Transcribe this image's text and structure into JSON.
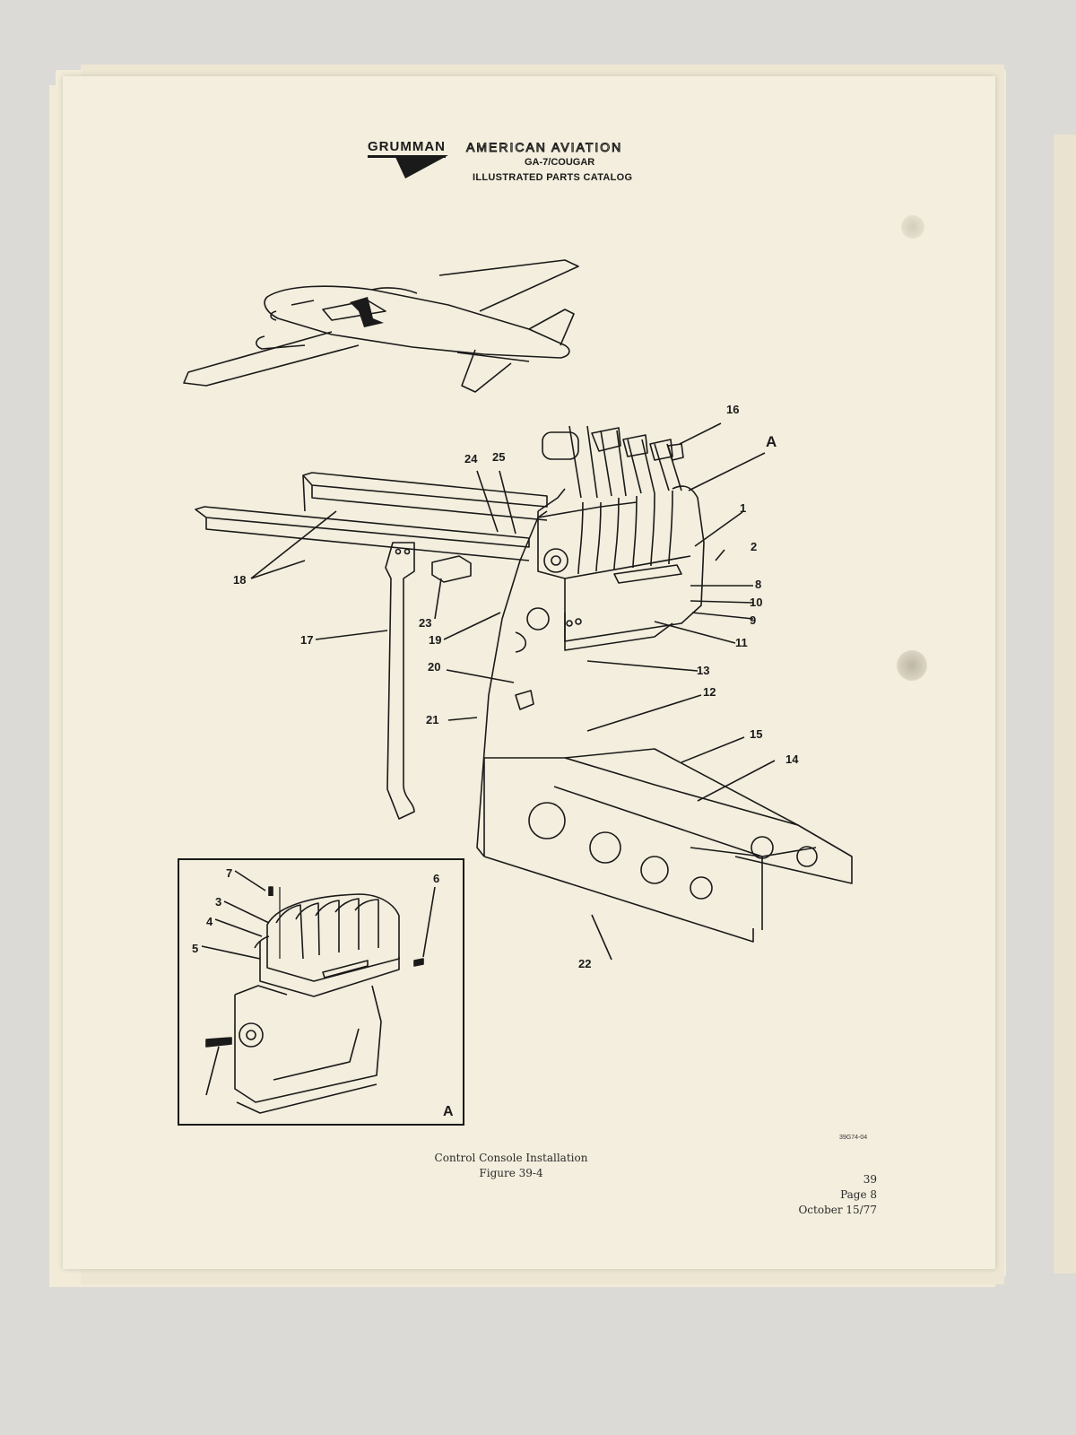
{
  "header": {
    "brand_primary": "GRUMMAN",
    "brand_secondary": "AMERICAN AVIATION",
    "model": "GA-7/COUGAR",
    "catalog": "ILLUSTRATED PARTS CATALOG"
  },
  "figure": {
    "callouts": [
      "1",
      "2",
      "8",
      "10",
      "9",
      "11",
      "13",
      "12",
      "15",
      "14",
      "16",
      "17",
      "18",
      "19",
      "20",
      "21",
      "22",
      "23",
      "24",
      "25"
    ],
    "view_label": "A",
    "inset": {
      "callouts": [
        "7",
        "6",
        "3",
        "4",
        "5"
      ],
      "view_label": "A"
    },
    "drawing_number": "39G74-04",
    "caption_line1": "Control Console Installation",
    "caption_line2": "Figure 39-4"
  },
  "page_info": {
    "chapter": "39",
    "page": "Page 8",
    "date": "October 15/77"
  },
  "colors": {
    "paper": "#f3eedd",
    "ink": "#1a1a1a",
    "background": "#dcdad6"
  }
}
